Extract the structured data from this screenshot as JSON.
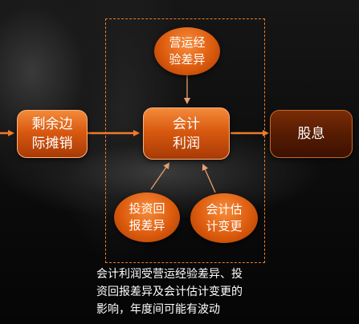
{
  "nodes": {
    "amortization": "剩余边\n际摊销",
    "accounting_profit": "会计\n利润",
    "dividend": "股息",
    "operating_variance": "营运经\n验差异",
    "investment_variance": "投资回\n报差异",
    "estimate_change": "会计估\n计变更"
  },
  "caption": "会计利润受营运经验差异、投\n资回报差异及会计估计变更的\n影响，年度间可能有波动",
  "colors": {
    "accent": "#f07a2a",
    "box_orange": "#d95a10",
    "box_dark": "#561c02",
    "background": "#000000"
  }
}
